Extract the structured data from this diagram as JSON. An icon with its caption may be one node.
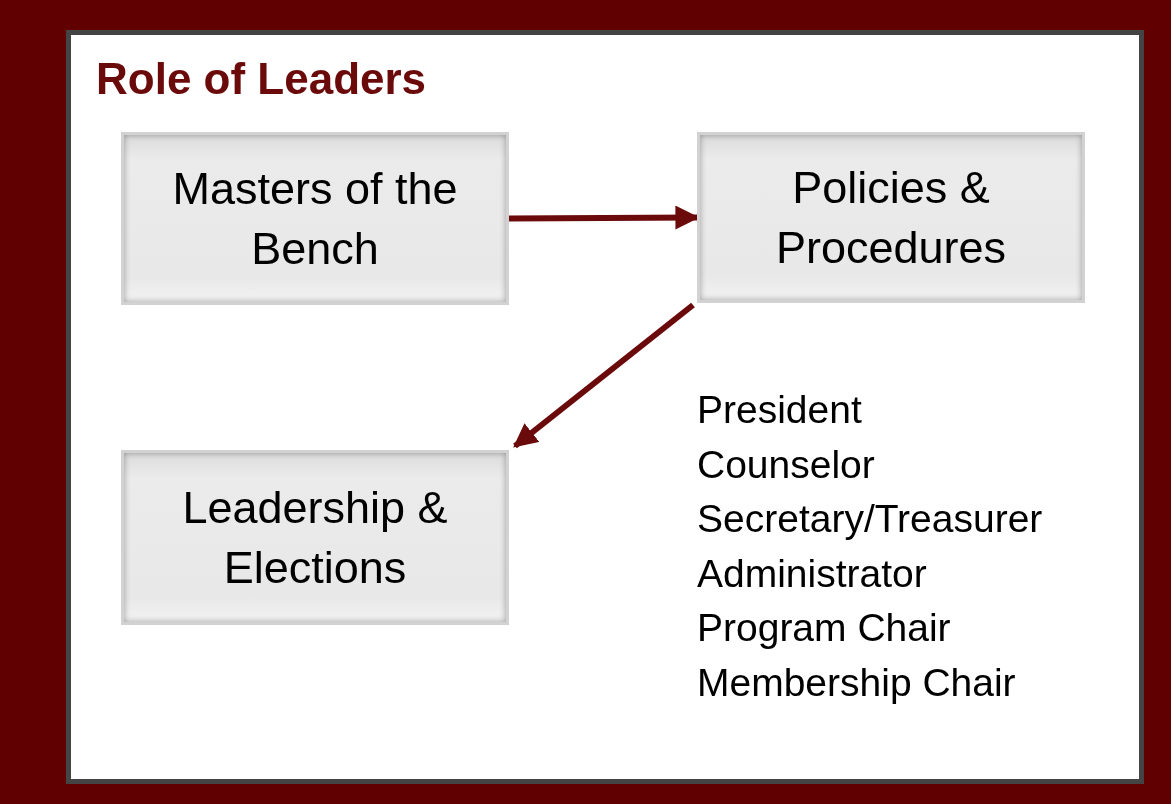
{
  "diagram": {
    "title": "Role of Leaders",
    "nodes": [
      {
        "text": [
          "Masters of the Bench"
        ]
      },
      {
        "text": [
          "Policies & Procedures"
        ]
      },
      {
        "text": [
          "Leadership & Elections"
        ]
      }
    ],
    "edges": [
      {
        "from": 0,
        "to": 1,
        "arrow": "to"
      },
      {
        "from": 1,
        "to": 2,
        "arrow": "to"
      }
    ],
    "labels": [
      "President",
      "Counselor",
      "Secretary/Treasurer",
      "Administrator",
      "Program Chair",
      "Membership Chair"
    ]
  }
}
